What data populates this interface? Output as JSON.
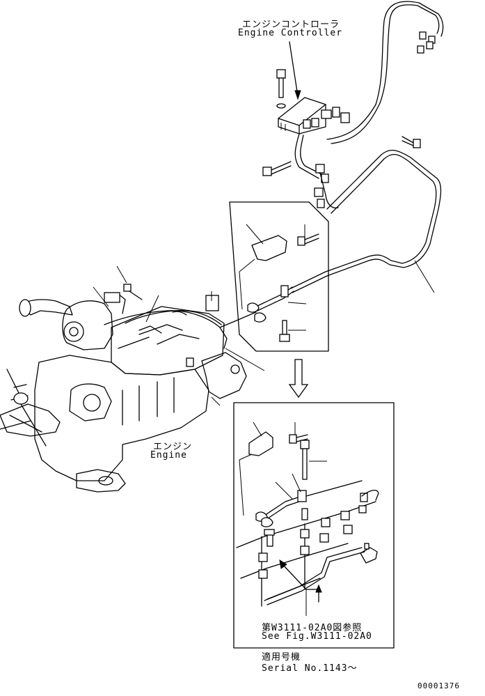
{
  "labels": {
    "engine_controller_jp": "エンジンコントローラ",
    "engine_controller_en": "Engine Controller",
    "engine_jp": "エンジン",
    "engine_en": "Engine",
    "see_fig_jp": "第W3111-02A0図参照",
    "see_fig_en": "See Fig.W3111-02A0",
    "serial_jp": "適用号機",
    "serial_en": "Serial No.1143～",
    "doc_number": "00001376"
  },
  "colors": {
    "line": "#000000",
    "background": "#ffffff"
  }
}
